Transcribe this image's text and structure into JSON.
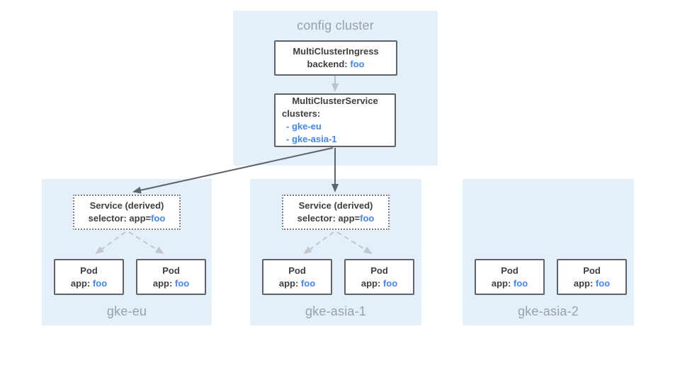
{
  "colors": {
    "cluster_background": "#e3effb",
    "node_border": "#5f6368",
    "node_dotted_border": "#7b8086",
    "text_dark": "#3c4043",
    "text_blue": "#4285f4",
    "label_gray": "#9aa0a6",
    "arrow_dark": "#5f6368",
    "arrow_light": "#bcc1c7",
    "arrow_dashed": "#c3c7cd"
  },
  "config_cluster": {
    "label": "config cluster",
    "ingress": {
      "title": "MultiClusterIngress",
      "backend_label": "backend:",
      "backend_value": "foo"
    },
    "service": {
      "title": "MultiClusterService",
      "clusters_label": "clusters:",
      "items": [
        "- gke-eu",
        "- gke-asia-1"
      ]
    }
  },
  "clusters": [
    {
      "label": "gke-eu",
      "service": {
        "title": "Service (derived)",
        "selector_label": "selector: app=",
        "selector_value": "foo"
      },
      "pods": [
        {
          "title": "Pod",
          "app_label": "app:",
          "app_value": "foo"
        },
        {
          "title": "Pod",
          "app_label": "app:",
          "app_value": "foo"
        }
      ]
    },
    {
      "label": "gke-asia-1",
      "service": {
        "title": "Service (derived)",
        "selector_label": "selector: app=",
        "selector_value": "foo"
      },
      "pods": [
        {
          "title": "Pod",
          "app_label": "app:",
          "app_value": "foo"
        },
        {
          "title": "Pod",
          "app_label": "app:",
          "app_value": "foo"
        }
      ]
    },
    {
      "label": "gke-asia-2",
      "pods": [
        {
          "title": "Pod",
          "app_label": "app:",
          "app_value": "foo"
        },
        {
          "title": "Pod",
          "app_label": "app:",
          "app_value": "foo"
        }
      ]
    }
  ]
}
